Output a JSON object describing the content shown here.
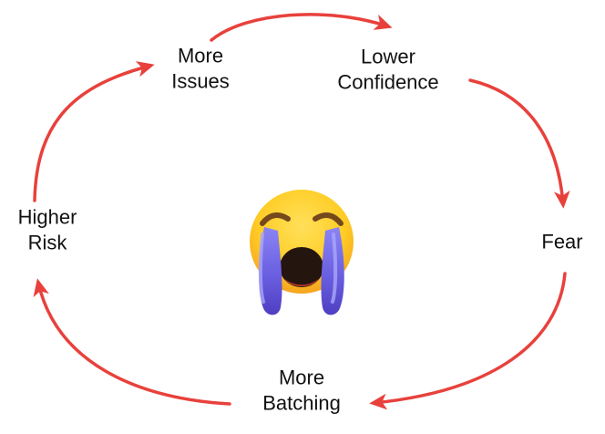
{
  "diagram": {
    "type": "cycle-diagram",
    "center_icon": "loudly-crying-face-emoji",
    "colors": {
      "accent": "#e8413c",
      "text": "#111111",
      "emoji_face": "#ffcc24",
      "emoji_tears": "#6a5fe0"
    },
    "nodes": [
      {
        "id": "more-issues",
        "label": "More\nIssues"
      },
      {
        "id": "lower-confidence",
        "label": "Lower\nConfidence"
      },
      {
        "id": "fear",
        "label": "Fear"
      },
      {
        "id": "more-batching",
        "label": "More\nBatching"
      },
      {
        "id": "higher-risk",
        "label": "Higher\nRisk"
      }
    ],
    "edges": [
      {
        "from": "More Issues",
        "to": "Lower Confidence"
      },
      {
        "from": "Lower Confidence",
        "to": "Fear"
      },
      {
        "from": "Fear",
        "to": "More Batching"
      },
      {
        "from": "More Batching",
        "to": "Higher Risk"
      },
      {
        "from": "Higher Risk",
        "to": "More Issues"
      }
    ]
  }
}
